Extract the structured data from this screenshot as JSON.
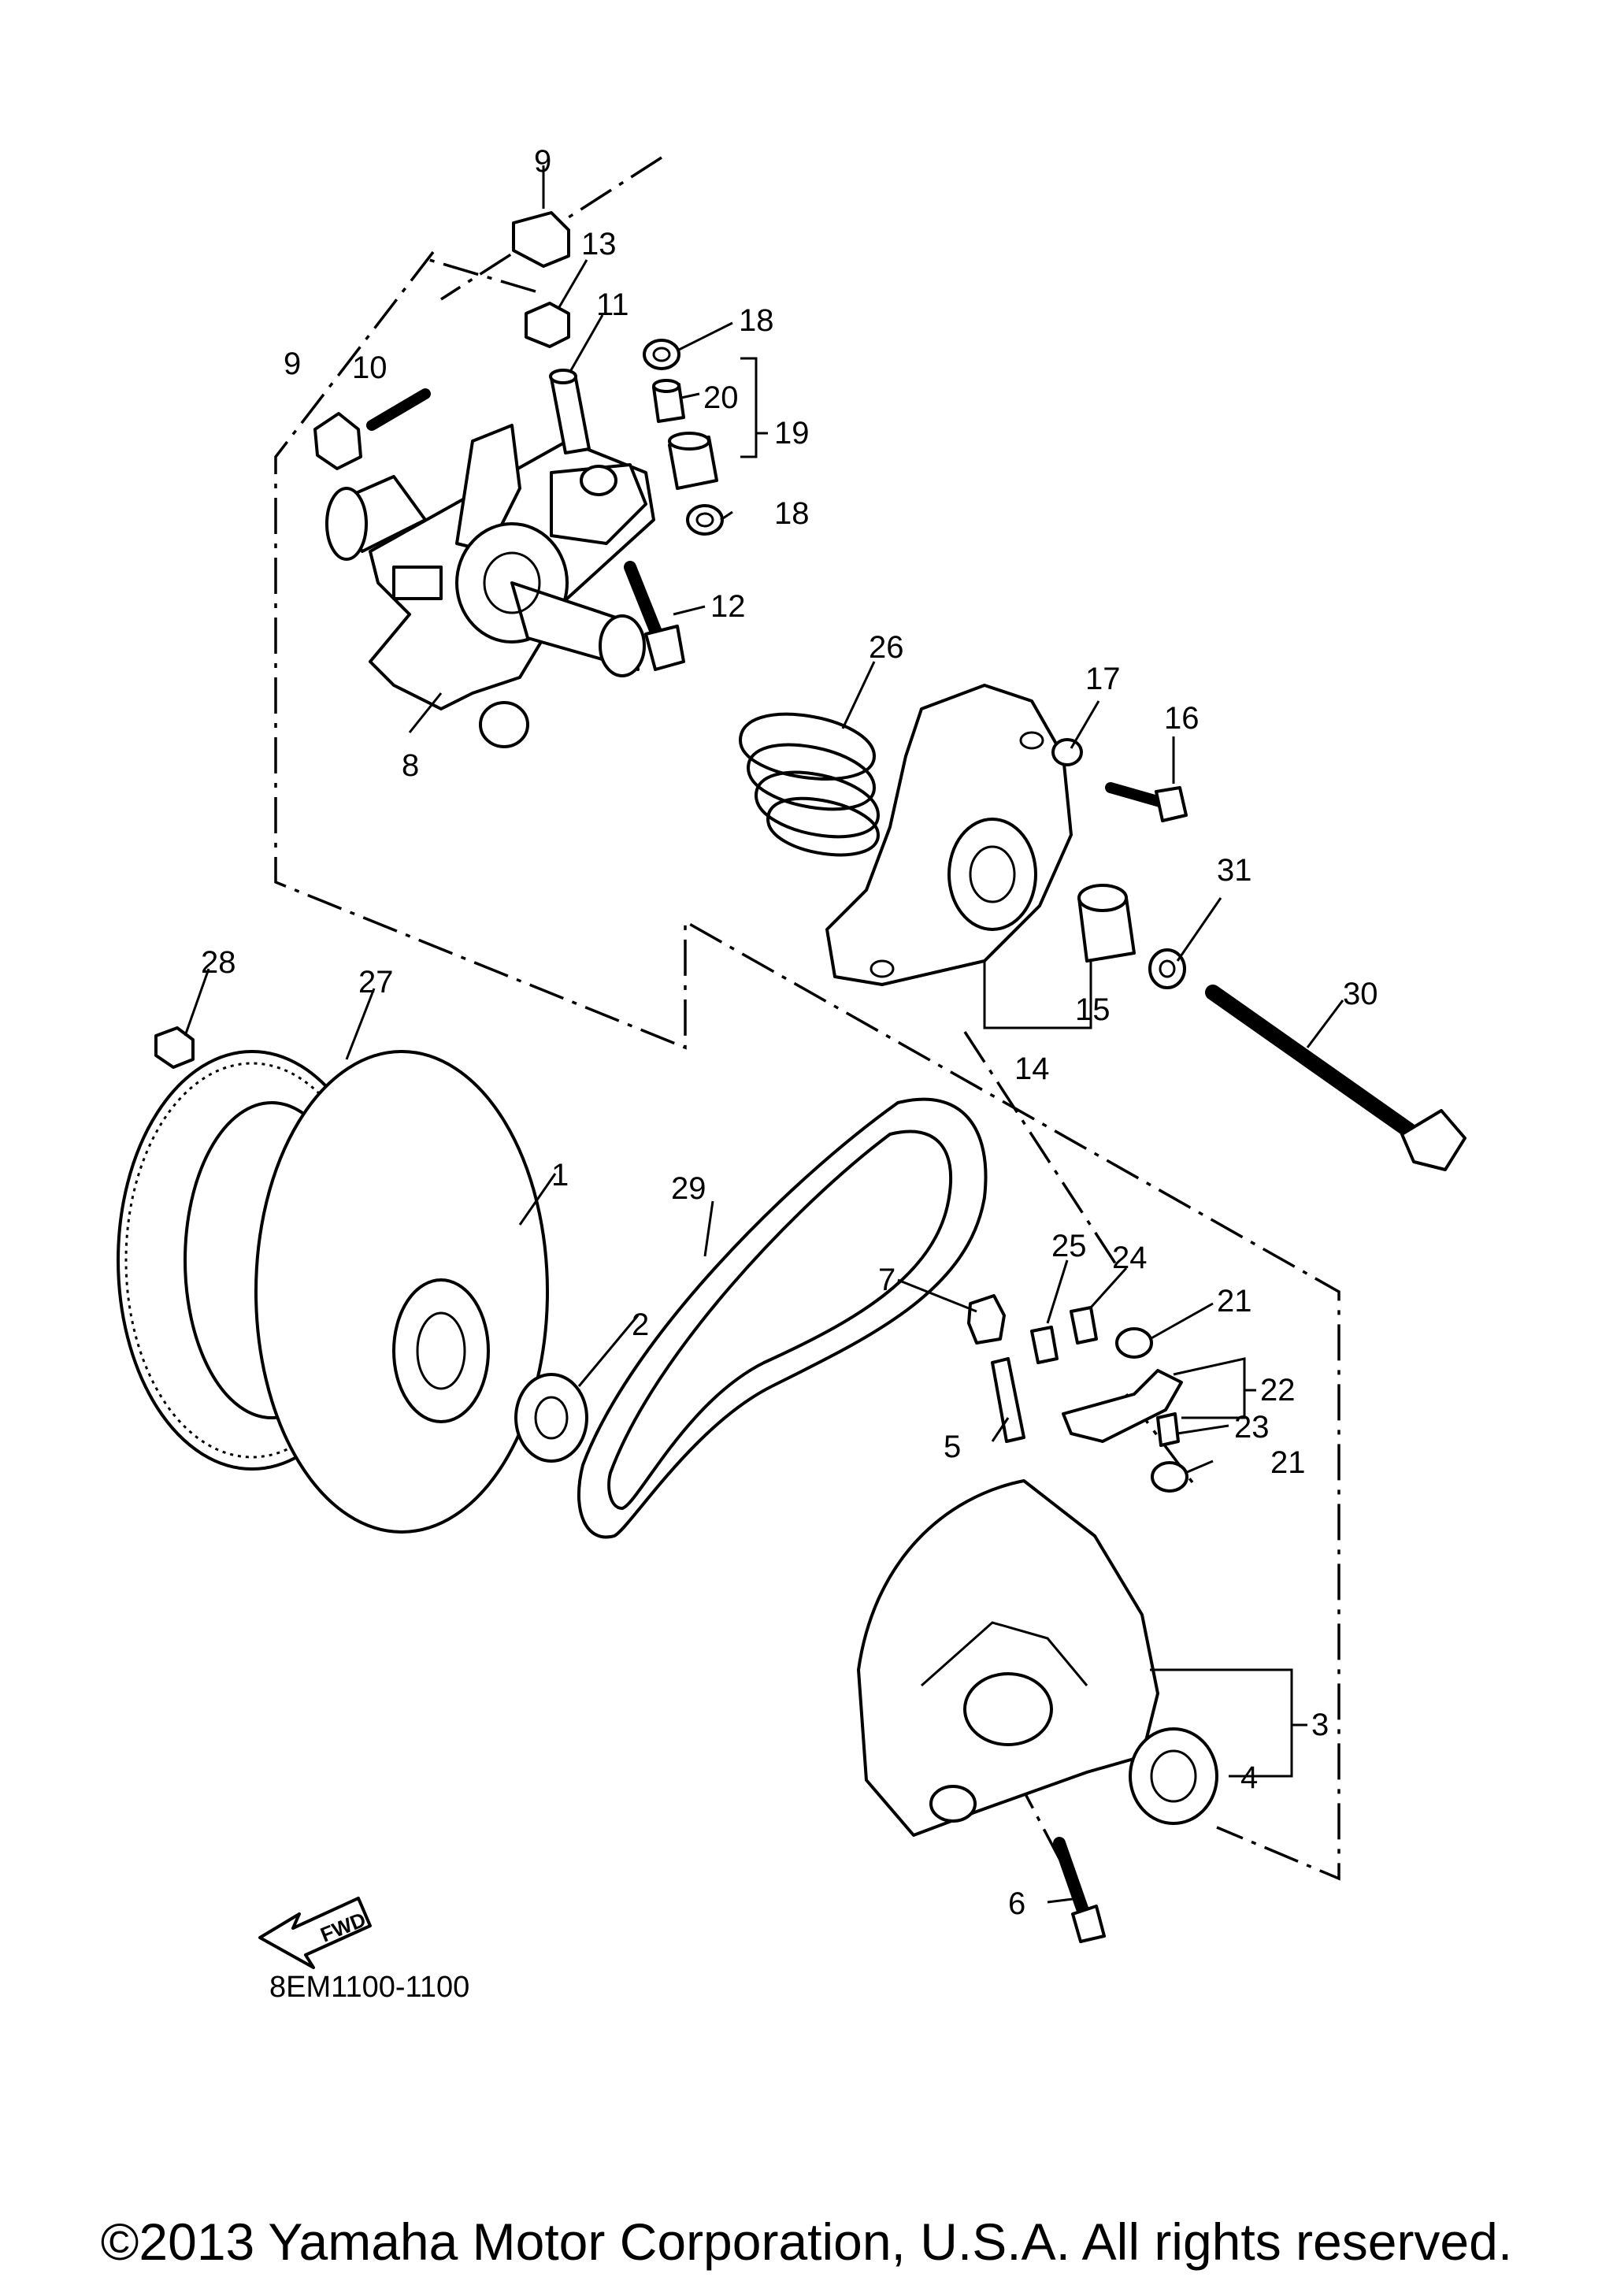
{
  "callouts": {
    "p1": "1",
    "p2": "2",
    "p3": "3",
    "p4": "4",
    "p5": "5",
    "p6": "6",
    "p7": "7",
    "p8": "8",
    "p9a": "9",
    "p9b": "9",
    "p10": "10",
    "p11": "11",
    "p12": "12",
    "p13": "13",
    "p14": "14",
    "p15": "15",
    "p16": "16",
    "p17": "17",
    "p18a": "18",
    "p18b": "18",
    "p19": "19",
    "p20": "20",
    "p21a": "21",
    "p21b": "21",
    "p22": "22",
    "p23": "23",
    "p24": "24",
    "p25": "25",
    "p26": "26",
    "p27": "27",
    "p28": "28",
    "p29": "29",
    "p30": "30",
    "p31": "31"
  },
  "fwd_label": "FWD",
  "figure_code": "8EM1100-1100",
  "copyright": "©2013 Yamaha Motor Corporation, U.S.A. All rights reserved."
}
